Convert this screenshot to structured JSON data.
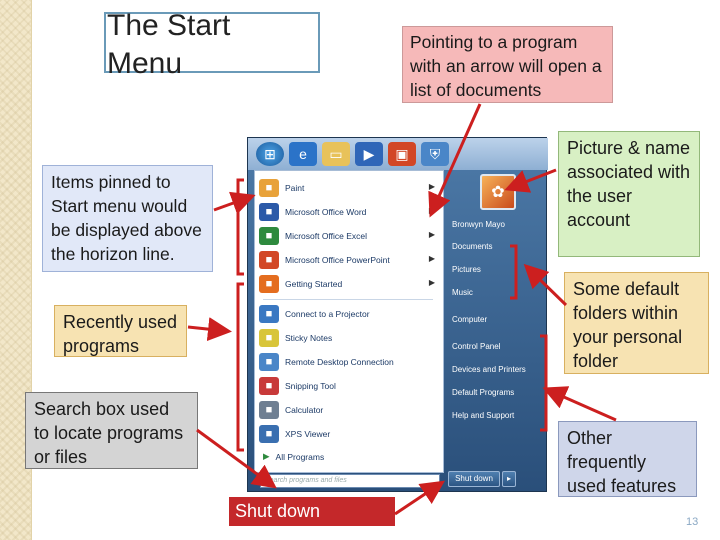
{
  "slide": {
    "title": "The Start Menu",
    "page_number": "13"
  },
  "notes": {
    "pointing": "Pointing to a program with an arrow will open a list of documents",
    "pinned": "Items pinned to Start menu would be displayed above the horizon line.",
    "recent": "Recently used programs",
    "search": "Search box used to locate programs or files",
    "picture": "Picture & name associated with the user account",
    "default_folders": "Some default folders within your personal folder",
    "other": "Other frequently used features",
    "shutdown": "Shut down"
  },
  "start_menu": {
    "programs": [
      {
        "label": "Paint",
        "icon": "paint-icon",
        "color": "#e8a23a",
        "has_arrow": true
      },
      {
        "label": "Microsoft Office Word",
        "icon": "word-icon",
        "color": "#2b5aa8",
        "has_arrow": true
      },
      {
        "label": "Microsoft Office Excel",
        "icon": "excel-icon",
        "color": "#2e8a3e",
        "has_arrow": true
      },
      {
        "label": "Microsoft Office PowerPoint",
        "icon": "powerpoint-icon",
        "color": "#d24726",
        "has_arrow": true
      },
      {
        "label": "Getting Started",
        "icon": "getting-started-icon",
        "color": "#e46d1f",
        "has_arrow": true
      },
      {
        "label": "Connect to a Projector",
        "icon": "projector-icon",
        "color": "#3a78c2",
        "has_arrow": false
      },
      {
        "label": "Sticky Notes",
        "icon": "sticky-notes-icon",
        "color": "#d8c53a",
        "has_arrow": false
      },
      {
        "label": "Remote Desktop Connection",
        "icon": "remote-desktop-icon",
        "color": "#4a86c8",
        "has_arrow": false
      },
      {
        "label": "Snipping Tool",
        "icon": "snipping-tool-icon",
        "color": "#c83a3a",
        "has_arrow": false
      },
      {
        "label": "Calculator",
        "icon": "calculator-icon",
        "color": "#6f7f92",
        "has_arrow": false
      },
      {
        "label": "XPS Viewer",
        "icon": "xps-viewer-icon",
        "color": "#3a6fb0",
        "has_arrow": false
      }
    ],
    "all_programs": "All Programs",
    "search_placeholder": "Search programs and files",
    "user_name": "Bronwyn Mayo",
    "right_items": [
      "Documents",
      "Pictures",
      "Music",
      "Computer",
      "Control Panel",
      "Devices and Printers",
      "Default Programs",
      "Help and Support"
    ],
    "shutdown_label": "Shut down",
    "pinned_taskbar": [
      "windows-orb-icon",
      "internet-explorer-icon",
      "folder-icon",
      "media-player-icon",
      "media-center-icon",
      "security-shield-icon"
    ]
  },
  "colors": {
    "note_red": "#f6b9b9",
    "note_blue": "#e1e8f8",
    "note_orange": "#f7e3b2",
    "note_gray": "#d4d4d4",
    "note_green": "#d8f0c4",
    "note_lavender": "#cfd6ea",
    "shutdown_red": "#c4282a",
    "annotation_red": "#cc1f1f"
  }
}
